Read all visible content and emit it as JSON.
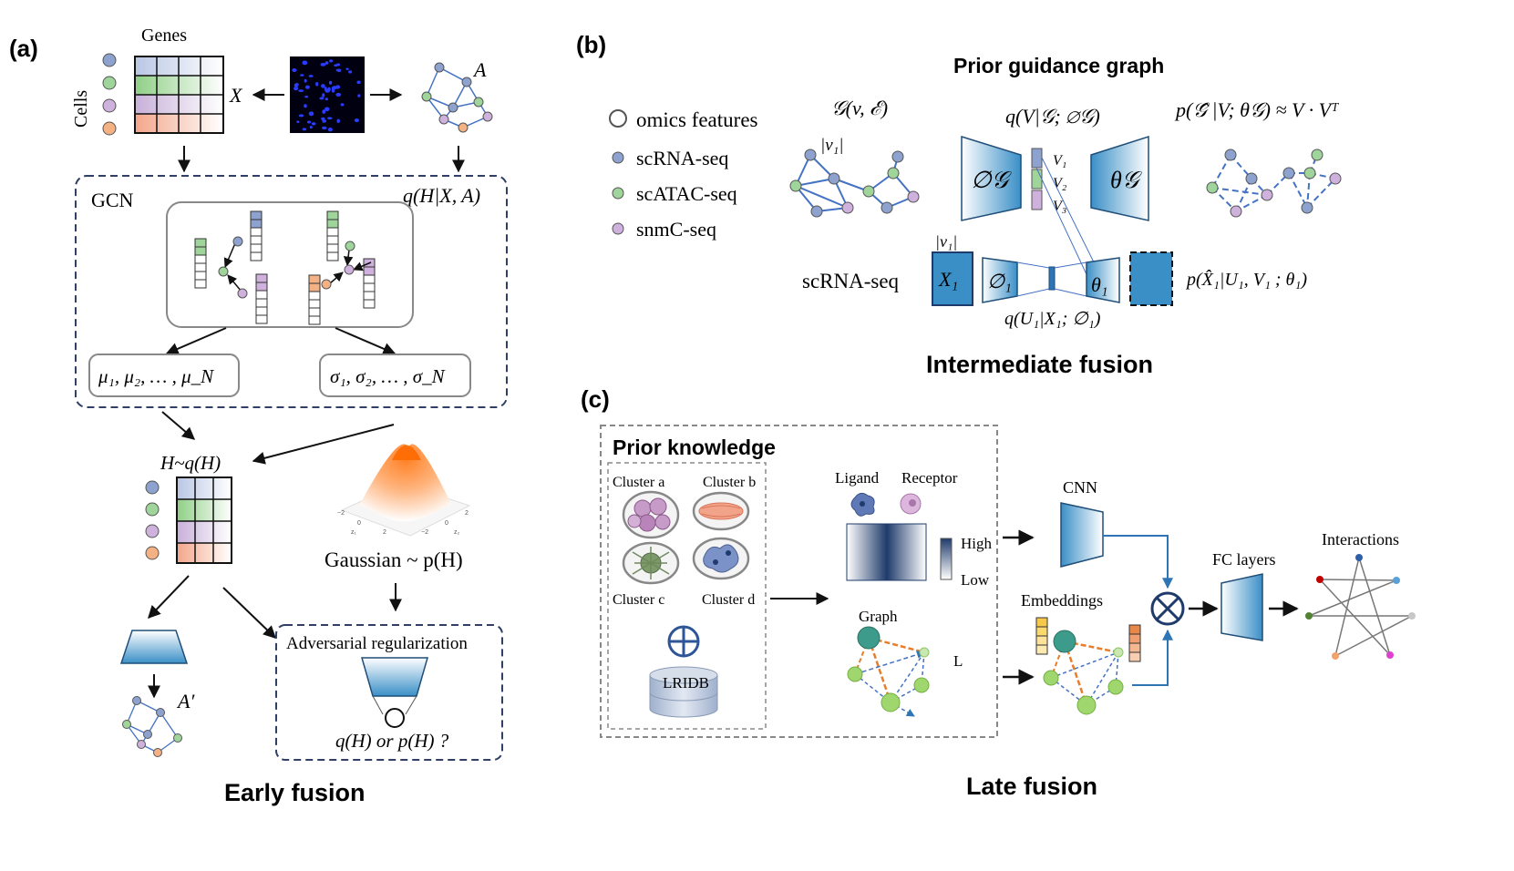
{
  "panel_a": {
    "label": "(a)",
    "genes_label": "Genes",
    "cells_label": "Cells",
    "x_label": "X",
    "a_label": "A",
    "gcn_label": "GCN",
    "q_hxa": "q(H|X, A)",
    "mu_label": "μ₁, μ₂, … , μ_N",
    "sigma_label": "σ₁, σ₂, … , σ_N",
    "h_label": "H~q(H)",
    "gaussian_label": "Gaussian ~ p(H)",
    "adv_title": "Adversarial regularization",
    "adv_question": "q(H) or p(H) ?",
    "a_prime_label": "A′",
    "title": "Early fusion",
    "gaussian_ticks": [
      "−2",
      "0",
      "2",
      "−2",
      "0",
      "2"
    ],
    "gaussian_axes": [
      "z₁",
      "z₂"
    ]
  },
  "panel_b": {
    "label": "(b)",
    "header": "Prior guidance graph",
    "legend": [
      {
        "label": "omics features",
        "color": "#ffffff"
      },
      {
        "label": "scRNA-seq",
        "color": "#8da2cf"
      },
      {
        "label": "scATAC-seq",
        "color": "#9fd49a"
      },
      {
        "label": "snmC-seq",
        "color": "#cfb1dd"
      }
    ],
    "graph_label": "𝒢(v, ℰ)",
    "v1_label": "|v₁|",
    "encoder_label": "q(V|𝒢; ∅𝒢)",
    "decoder_label": "p(𝒢̂ |V; θ𝒢) ≈ V · Vᵀ",
    "phi_g": "∅𝒢",
    "theta_g": "θ𝒢",
    "v_labels": [
      "V₁",
      "V₂",
      "V₃"
    ],
    "scrna_label": "scRNA-seq",
    "v1_box_label": "|v₁|",
    "x1_label": "X₁",
    "phi1_label": "∅₁",
    "theta1_label": "θ₁",
    "q_u1": "q(U₁|X₁; ∅₁)",
    "p_x1": "p(X̂₁|U₁, V₁ ; θ₁)",
    "title": "Intermediate fusion"
  },
  "panel_c": {
    "label": "(c)",
    "prior_knowledge": "Prior knowledge",
    "clusters": [
      "Cluster a",
      "Cluster b",
      "Cluster c",
      "Cluster d"
    ],
    "lridb": "LRIDB",
    "ligand": "Ligand",
    "receptor": "Receptor",
    "high": "High",
    "low": "Low",
    "graph_label": "Graph",
    "l_label": "L",
    "cnn_label": "CNN",
    "embeddings_label": "Embeddings",
    "fc_label": "FC layers",
    "interactions_label": "Interactions",
    "title": "Late fusion"
  },
  "colors": {
    "blue_node": "#8da2cf",
    "green_node": "#9fd49a",
    "purple_node": "#cfb1dd",
    "orange_node": "#f4b183",
    "edge_blue": "#4472c4",
    "dark_blue": "#1f4e79",
    "mid_blue": "#2e75b6"
  }
}
